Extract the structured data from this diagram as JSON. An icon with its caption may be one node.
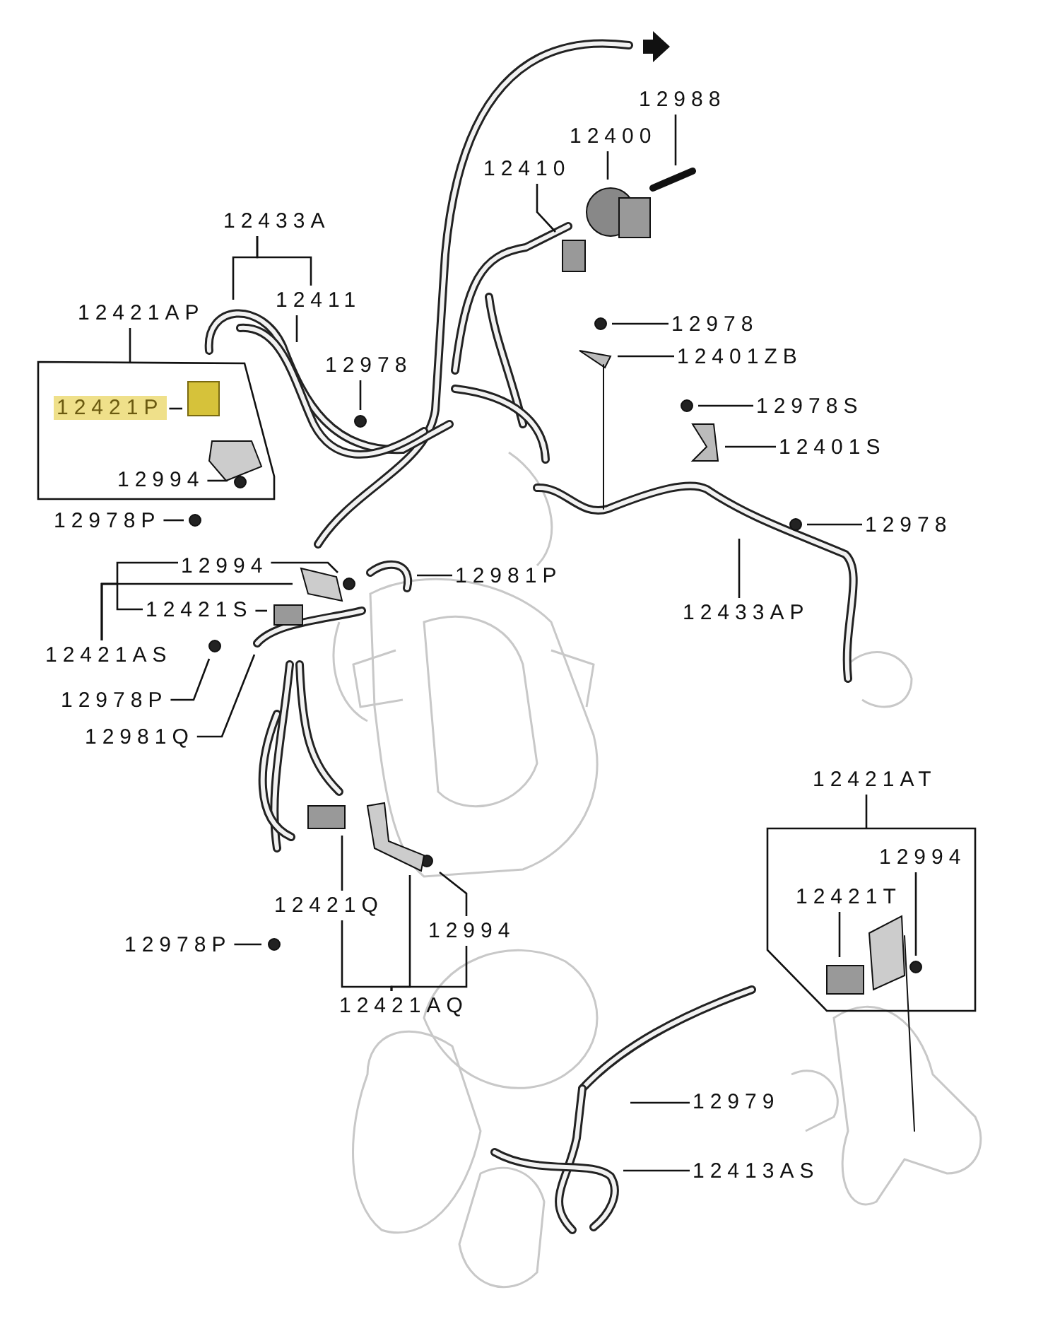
{
  "diagram": {
    "nodes": [
      {
        "text": [
          "12988"
        ]
      },
      {
        "text": [
          "12400"
        ]
      },
      {
        "text": [
          "12410"
        ]
      },
      {
        "text": [
          "12433A"
        ]
      },
      {
        "text": [
          "12411"
        ]
      },
      {
        "text": [
          "12421AP"
        ]
      },
      {
        "text": [
          "12421P"
        ],
        "in": 5
      },
      {
        "text": [
          "12994"
        ],
        "in": 5
      },
      {
        "text": [
          "12978"
        ]
      },
      {
        "text": [
          "12978"
        ]
      },
      {
        "text": [
          "12401ZB"
        ]
      },
      {
        "text": [
          "12978S"
        ]
      },
      {
        "text": [
          "12401S"
        ]
      },
      {
        "text": [
          "12978P"
        ]
      },
      {
        "text": [
          "12978"
        ]
      },
      {
        "text": [
          "12994"
        ]
      },
      {
        "text": [
          "12981P"
        ]
      },
      {
        "text": [
          "12421S"
        ]
      },
      {
        "text": [
          "12433AP"
        ]
      },
      {
        "text": [
          "12421AS"
        ]
      },
      {
        "text": [
          "12978P"
        ]
      },
      {
        "text": [
          "12981Q"
        ]
      },
      {
        "text": [
          "12421AT"
        ]
      },
      {
        "text": [
          "12994"
        ],
        "in": 22
      },
      {
        "text": [
          "12421T"
        ],
        "in": 22
      },
      {
        "text": [
          "12421Q"
        ]
      },
      {
        "text": [
          "12994"
        ]
      },
      {
        "text": [
          "12978P"
        ]
      },
      {
        "text": [
          "12421AQ"
        ]
      },
      {
        "text": [
          "12979"
        ]
      },
      {
        "text": [
          "12413AS"
        ]
      }
    ],
    "edges": [
      {
        "from": 0,
        "to": null,
        "arrow": "none"
      },
      {
        "from": 1,
        "to": null,
        "arrow": "none"
      },
      {
        "from": 2,
        "to": null,
        "arrow": "none"
      },
      {
        "from": 3,
        "to": null,
        "arrow": "none"
      },
      {
        "from": 3,
        "to": 4,
        "arrow": "none"
      },
      {
        "from": 4,
        "to": null,
        "arrow": "none"
      },
      {
        "from": 6,
        "to": null,
        "arrow": "none"
      },
      {
        "from": 7,
        "to": null,
        "arrow": "none"
      },
      {
        "from": 8,
        "to": null,
        "arrow": "none"
      },
      {
        "from": 9,
        "to": null,
        "arrow": "none"
      },
      {
        "from": 10,
        "to": null,
        "arrow": "none"
      },
      {
        "from": 11,
        "to": null,
        "arrow": "none"
      },
      {
        "from": 12,
        "to": null,
        "arrow": "none"
      },
      {
        "from": 13,
        "to": null,
        "arrow": "none"
      },
      {
        "from": 14,
        "to": null,
        "arrow": "none"
      },
      {
        "from": 15,
        "to": null,
        "arrow": "none"
      },
      {
        "from": 16,
        "to": null,
        "arrow": "none"
      },
      {
        "from": 17,
        "to": null,
        "arrow": "none"
      },
      {
        "from": 18,
        "to": null,
        "arrow": "none"
      },
      {
        "from": 19,
        "to": 15,
        "arrow": "none"
      },
      {
        "from": 19,
        "to": null,
        "arrow": "none"
      },
      {
        "from": 19,
        "to": 17,
        "arrow": "none"
      },
      {
        "from": 20,
        "to": null,
        "arrow": "none"
      },
      {
        "from": 21,
        "to": null,
        "arrow": "none"
      },
      {
        "from": 23,
        "to": null,
        "arrow": "none"
      },
      {
        "from": 24,
        "to": null,
        "arrow": "none"
      },
      {
        "from": 25,
        "to": null,
        "arrow": "none"
      },
      {
        "from": 26,
        "to": null,
        "arrow": "none"
      },
      {
        "from": 27,
        "to": null,
        "arrow": "none"
      },
      {
        "from": 28,
        "to": 25,
        "arrow": "none"
      },
      {
        "from": 28,
        "to": null,
        "arrow": "none"
      },
      {
        "from": 28,
        "to": 26,
        "arrow": "none"
      },
      {
        "from": 29,
        "to": null,
        "arrow": "none"
      },
      {
        "from": 30,
        "to": null,
        "arrow": "none"
      }
    ]
  }
}
